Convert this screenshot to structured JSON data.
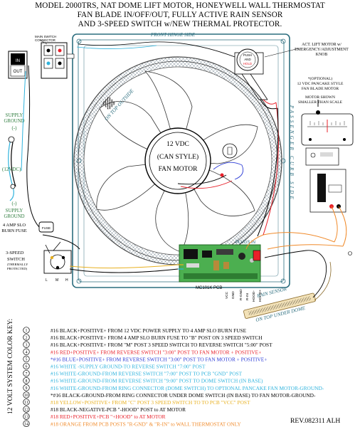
{
  "title": {
    "lines": [
      "MODEL 2000TRS, NAT DOME LIFT MOTOR, HONEYWELL WALL THERMOSTAT",
      "FAN BLADE IN/OFF/OUT, FULLY ACTIVE RAIN SENSOR",
      "AND 3-SPEED SWITCH w/NEW THERMAL PROTECTOR."
    ]
  },
  "labels": {
    "front_hinge_side": "FRONT HINGE SIDE",
    "passenger_curb_side": "PASSENGER CURB SIDE",
    "on_top_outside": "ON TOP OUTSIDE",
    "on_top_under_dome": "ON TOP UNDER DOME",
    "rain_sensor": "RAIN SENSOR",
    "fan_motor": [
      "12 VDC",
      "(CAN STYLE)",
      "FAN MOTOR"
    ],
    "act_lift_motor": [
      "ACT. LIFT MOTOR w/",
      "EMERGENCY/ADJUSTMENT",
      "KNOB"
    ],
    "push_hold": [
      "PUSH",
      "AND",
      "HOLD"
    ],
    "optional_pancake": [
      "*(OPTIONAL)",
      "12 VDC PANCAKE STYLE",
      "FAN BLADE MOTOR"
    ],
    "motor_shown": [
      "MOTOR SHOWN",
      "SMALLER THAN SCALE"
    ],
    "supply_ground_top": [
      "SUPPLY",
      "GROUND",
      "(-)"
    ],
    "supply_ground_bottom": [
      "(-)",
      "SUPPLY",
      "GROUND"
    ],
    "voltage_12vdc": "(12VDC)",
    "burn_fuse": [
      "4 AMP SLO",
      "BURN FUSE"
    ],
    "fuse_name": "FUSE",
    "speed_switch": [
      "3-SPEED",
      "SWITCH",
      "(THERMALLY",
      "PROTECTED)"
    ],
    "main_switch_connector": [
      "MAIN SWITCH",
      "CONNECTOR"
    ],
    "in": "IN",
    "out": "OUT",
    "plugs_in": "PLUGS IN",
    "pcb_name": "MC101K PCB",
    "pcb_terminals": [
      "VCC",
      "GND",
      "R-GND",
      "R-IN",
      "HOOD-",
      "HOOD+"
    ],
    "speed_marks": [
      "L",
      "M",
      "H"
    ],
    "color_key": "12 VOLT SYSTEM COLOR KEY:",
    "rev": "REV.082311 ALH"
  },
  "legend": [
    {
      "id": "1",
      "text": "#16 BLACK+POSITIVE+ FROM 12 VDC POWER SUPPLY TO 4 AMP SLO BURN FUSE",
      "color": "#000000"
    },
    {
      "id": "2",
      "text": "#16 BLACK+POSITIVE+ FROM 4 AMP SLO BURN FUSE TO \"B\" POST ON 3 SPEED SWITCH",
      "color": "#000000"
    },
    {
      "id": "3",
      "text": "#16 BLACK+POSITIVE+ FROM \"M\" POST 3 SPEED SWITCH TO REVERSE SWITCH \"5:00\" POST",
      "color": "#000000"
    },
    {
      "id": "4",
      "text": "#16 RED+POSITIVE+ FROM REVERSE SWITCH \"3:00\" POST TO FAN MOTOR + POSITIVE+",
      "color": "#e8202a"
    },
    {
      "id": "5",
      "text": "*#16 BLUE+POSITIVE+ FROM REVERSE SWITCH \"3:00\" POST TO FAN MOTOR + POSITIVE+",
      "color": "#2b3bd6"
    },
    {
      "id": "6",
      "text": "#16 WHITE -SUPPLY GROUND-TO REVERSE SWITCH \"7:00\" POST",
      "color": "#2fb3dd"
    },
    {
      "id": "7",
      "text": "#16 WHITE-GROUND-FROM REVERSE SWITCH \"7:00\" POST TO PCB \"GND\" POST",
      "color": "#2fb3dd"
    },
    {
      "id": "8",
      "text": "#16 WHITE-GROUND-FROM REVERSE SWITCH \"9:00\" POST TO DOME SWITCH (IN BASE)",
      "color": "#2fb3dd"
    },
    {
      "id": "9",
      "text": "#16 WHITE-GROUND-FROM RING CONNECTOR (DOME SWITCH) TO OPTIONAL PANCAKE FAN MOTOR-GROUND-",
      "color": "#2fb3dd"
    },
    {
      "id": "10",
      "text": "*#16 BLACK-GROUND-FROM RING CONNECTOR UNDER DOME SWITCH (IN BASE) TO FAN MOTOR-GROUND-",
      "color": "#000000"
    },
    {
      "id": "11",
      "text": "#18 YELLOW+POSITIVE+ FROM \"C\" POST 3 SPEED SWITCH TO TO PCB \"VCC\" POST",
      "color": "#e8b020"
    },
    {
      "id": "12",
      "text": "#18 BLACK-NEGATIVE-PCB \"-HOOD\" POST to  AT MOTOR",
      "color": "#000000"
    },
    {
      "id": "13",
      "text": "#18 RED+POSITIVE+PCB \"+HOOD\" to AT MOTOR",
      "color": "#e8202a"
    },
    {
      "id": "14",
      "text": "#18 ORANGE FROM PCB POSTS \"R-GND\" & \"R-IN\" to WALL THERMOSTAT ONLY",
      "color": "#f08a2a"
    }
  ],
  "colors": {
    "black": "#000000",
    "red": "#e8202a",
    "blue": "#2b3bd6",
    "white_wire": "#2fb3dd",
    "yellow": "#e8b020",
    "orange": "#f08a2a",
    "pcb": "#4caf50",
    "frame": "#2c6e7f"
  }
}
